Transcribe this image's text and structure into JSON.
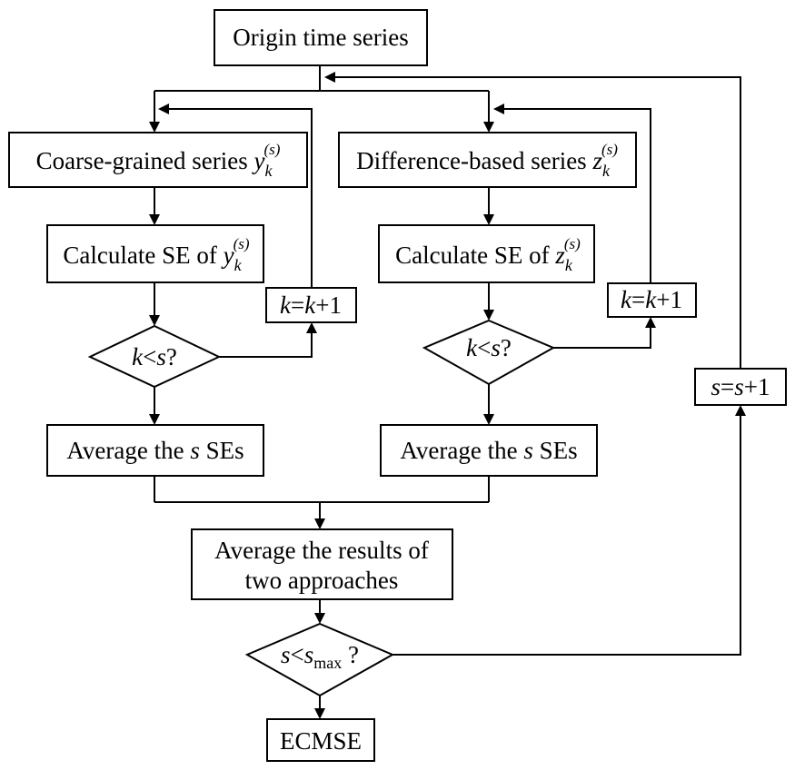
{
  "nodes": {
    "origin": "Origin time series",
    "coarse_prefix": "Coarse-grained series ",
    "coarse_var": "y",
    "diff_prefix": "Difference-based series ",
    "diff_var": "z",
    "calc_prefix": "Calculate SE of ",
    "sub_k": "k",
    "sup_s": "(s)",
    "k_update": {
      "a": "k",
      "eq": "=",
      "b": "k",
      "c": "+1"
    },
    "k_check": {
      "a": "k",
      "op": "<",
      "b": "s",
      "q": "?"
    },
    "avg_prefix": "Average the ",
    "avg_var": "s",
    "avg_suffix": " SEs",
    "avg_results_line1": "Average the results of",
    "avg_results_line2": "two approaches",
    "s_check": {
      "a": "s",
      "op": "<",
      "b": "s",
      "sub": "max",
      "q": " ?"
    },
    "s_update": {
      "a": "s",
      "eq": "=",
      "b": "s",
      "c": "+1"
    },
    "output": "ECMSE"
  }
}
